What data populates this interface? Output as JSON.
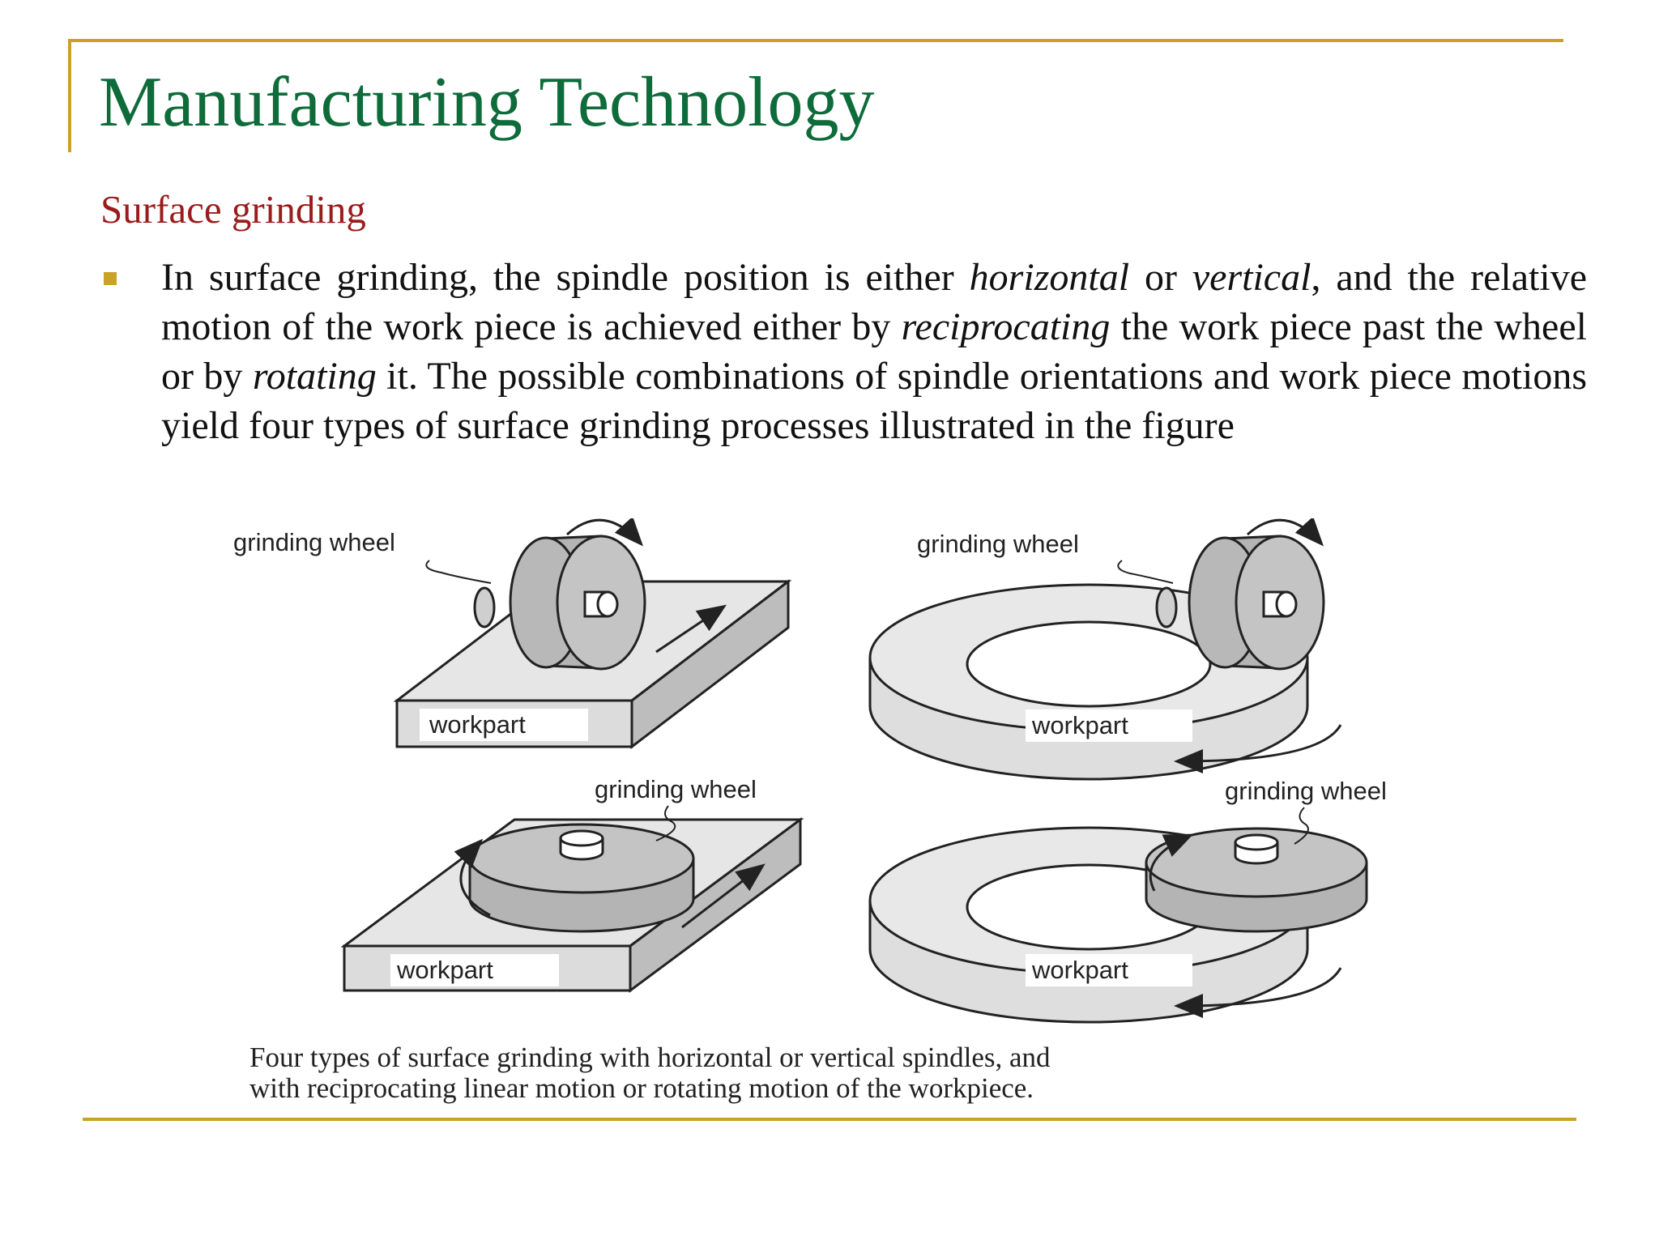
{
  "slide": {
    "title": "Manufacturing Technology",
    "subtitle": "Surface grinding",
    "colors": {
      "title": "#0e6b3a",
      "subtitle": "#9b1c1c",
      "accent": "#c9a227"
    },
    "bullet": {
      "icon": "square-bullet-icon",
      "segments": [
        {
          "text": "In surface grinding, the spindle position is either ",
          "style": "normal"
        },
        {
          "text": "horizontal",
          "style": "italic"
        },
        {
          "text": " or ",
          "style": "normal"
        },
        {
          "text": "vertical",
          "style": "italic"
        },
        {
          "text": ", and the relative motion of the work piece is achieved either by ",
          "style": "normal"
        },
        {
          "text": "reciprocating",
          "style": "italic"
        },
        {
          "text": " the work piece past the wheel or by ",
          "style": "normal"
        },
        {
          "text": "rotating",
          "style": "italic"
        },
        {
          "text": " it. The possible combinations of spindle orientations and work piece motions yield four types of surface grinding processes illustrated in the figure",
          "style": "normal"
        }
      ]
    }
  },
  "figure": {
    "panels": [
      {
        "wheel_label": "grinding wheel",
        "work_label": "workpart"
      },
      {
        "wheel_label": "grinding wheel",
        "work_label": "workpart"
      },
      {
        "wheel_label": "grinding wheel",
        "work_label": "workpart"
      },
      {
        "wheel_label": "grinding wheel",
        "work_label": "workpart"
      }
    ],
    "caption_line1": "Four types of surface grinding with horizontal or vertical spindles, and",
    "caption_line2": "with reciprocating linear motion or rotating motion of the workpiece."
  }
}
